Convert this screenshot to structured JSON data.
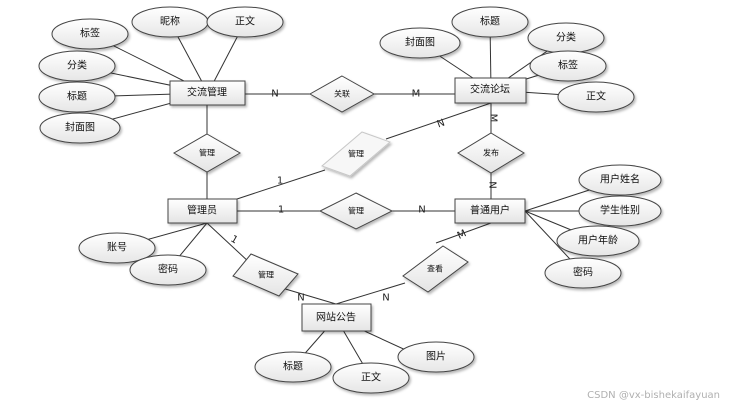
{
  "entities": {
    "jlgl": "交流管理",
    "jllt": "交流论坛",
    "gly": "管理员",
    "ptyh": "普通用户",
    "wzgg": "网站公告"
  },
  "relations": {
    "guanlian": "关联",
    "guanli_top": "管理",
    "guanli_diag": "管理",
    "guanli_mid": "管理",
    "fabu": "发布",
    "chakan": "查看",
    "guanli_bottom": "管理"
  },
  "attributes": {
    "jlgl_biaoqian": "标签",
    "jlgl_nicheng": "昵称",
    "jlgl_zhengwen": "正文",
    "jlgl_fenlei": "分类",
    "jlgl_biaoti": "标题",
    "jlgl_fengmian": "封面图",
    "jllt_biaoti": "标题",
    "jllt_fengmian": "封面图",
    "jllt_fenlei": "分类",
    "jllt_biaoqian": "标签",
    "jllt_zhengwen": "正文",
    "yh_xingming": "用户姓名",
    "yh_xingbie": "学生性别",
    "yh_nianling": "用户年龄",
    "yh_mima": "密码",
    "gly_zhanghao": "账号",
    "gly_mima": "密码",
    "gg_biaoti": "标题",
    "gg_zhengwen": "正文",
    "gg_tupian": "图片"
  },
  "cardinalities": {
    "c1": "N",
    "c2": "M",
    "c3": "N",
    "c4": "1",
    "c5": "M",
    "c6": "N",
    "c7": "1",
    "c8": "N",
    "c9": "M",
    "c10": "N",
    "c11": "1",
    "c12": "N"
  },
  "watermark": "CSDN @vx-bishekaifayuan"
}
